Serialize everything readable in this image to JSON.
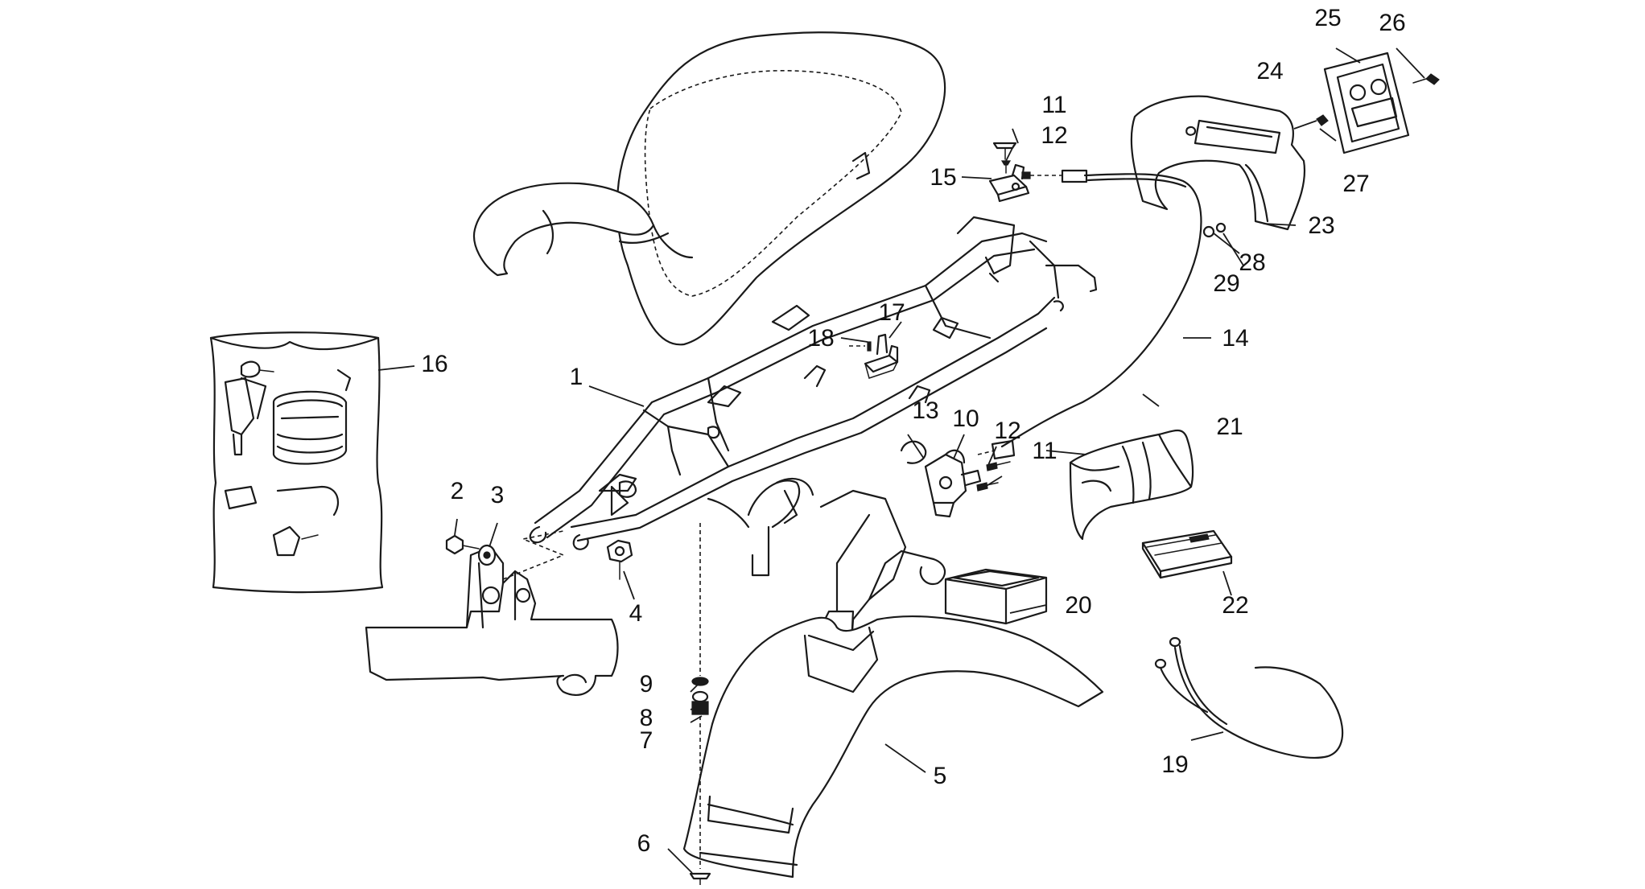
{
  "labels": {
    "p1": "1",
    "p2": "2",
    "p3": "3",
    "p4": "4",
    "p5": "5",
    "p6": "6",
    "p7": "7",
    "p8": "8",
    "p9": "9",
    "p10": "10",
    "p11a": "11",
    "p11b": "11",
    "p12a": "12",
    "p12b": "12",
    "p13": "13",
    "p14": "14",
    "p15": "15",
    "p16": "16",
    "p17": "17",
    "p18": "18",
    "p19": "19",
    "p20": "20",
    "p21": "21",
    "p22": "22",
    "p23": "23",
    "p24": "24",
    "p25": "25",
    "p26": "26",
    "p27": "27",
    "p28": "28",
    "p29": "29"
  },
  "colors": {
    "ink": "#1a1a1a",
    "background": "#ffffff"
  }
}
